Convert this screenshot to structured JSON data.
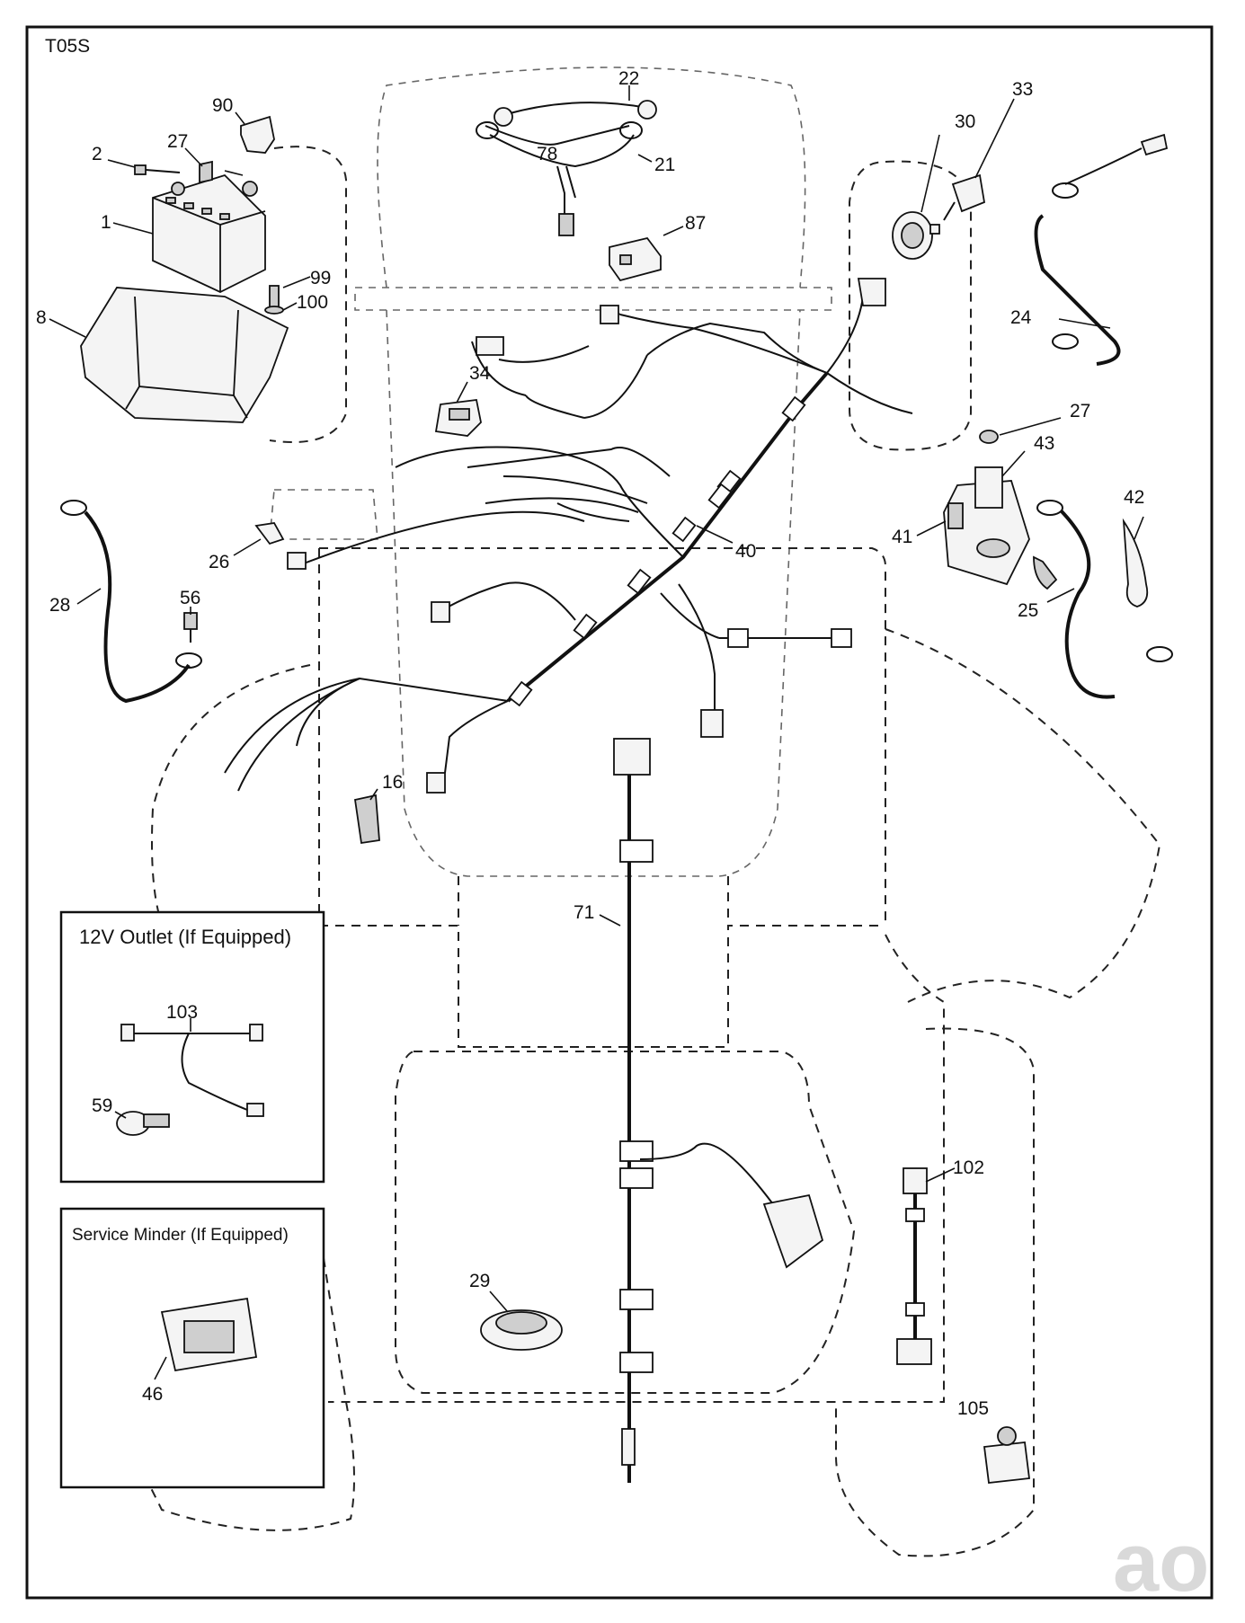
{
  "diagram": {
    "code": "T05S",
    "watermark": "ao",
    "inset_outlet": {
      "title": "12V Outlet (If Equipped)",
      "callouts": [
        "103",
        "59"
      ]
    },
    "inset_service": {
      "title": "Service Minder (If Equipped)",
      "callouts": [
        "46"
      ]
    },
    "callouts": [
      "90",
      "2",
      "27",
      "1",
      "99",
      "100",
      "8",
      "22",
      "78",
      "21",
      "87",
      "30",
      "33",
      "24",
      "34",
      "27",
      "43",
      "40",
      "42",
      "41",
      "26",
      "28",
      "56",
      "25",
      "16",
      "71",
      "102",
      "29",
      "105"
    ]
  }
}
